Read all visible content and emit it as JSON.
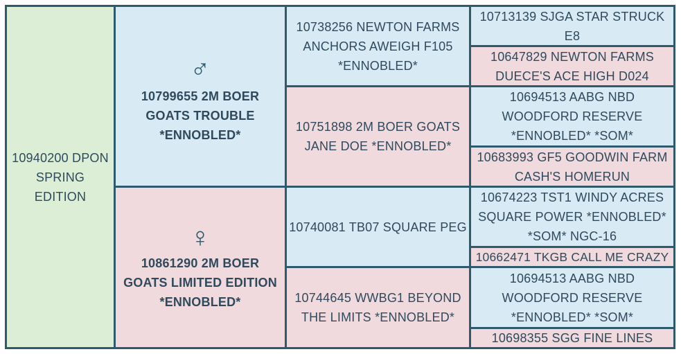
{
  "subject": "10940200 DPON SPRING EDITION",
  "sire": {
    "symbol": "♂",
    "name": "10799655 2M BOER GOATS TROUBLE *ENNOBLED*"
  },
  "dam": {
    "symbol": "♀",
    "name": "10861290 2M BOER GOATS LIMITED EDITION *ENNOBLED*"
  },
  "grandparents": {
    "sire_sire": "10738256 NEWTON FARMS ANCHORS AWEIGH F105 *ENNOBLED*",
    "sire_dam": "10751898 2M BOER GOATS JANE DOE *ENNOBLED*",
    "dam_sire": "10740081 TB07 SQUARE PEG",
    "dam_dam": "10744645 WWBG1 BEYOND THE LIMITS *ENNOBLED*"
  },
  "great_grandparents": [
    "10713139 SJGA STAR STRUCK E8",
    "10647829 NEWTON FARMS DUECE'S ACE HIGH D024",
    "10694513 AABG NBD WOODFORD RESERVE *ENNOBLED* *SOM*",
    "10683993 GF5 GOODWIN FARM CASH'S HOMERUN",
    "10674223 TST1 WINDY ACRES SQUARE POWER *ENNOBLED* *SOM* NGC-16",
    "10662471 TKGB CALL ME CRAZY",
    "10694513 AABG NBD WOODFORD RESERVE *ENNOBLED* *SOM*",
    "10698355 SGG FINE LINES"
  ],
  "colors": {
    "border": "#2e5a6e",
    "subject_bg": "#dcefd6",
    "male_bg": "#d8eaf4",
    "female_bg": "#f1dadd",
    "text": "#2e4a5c"
  }
}
